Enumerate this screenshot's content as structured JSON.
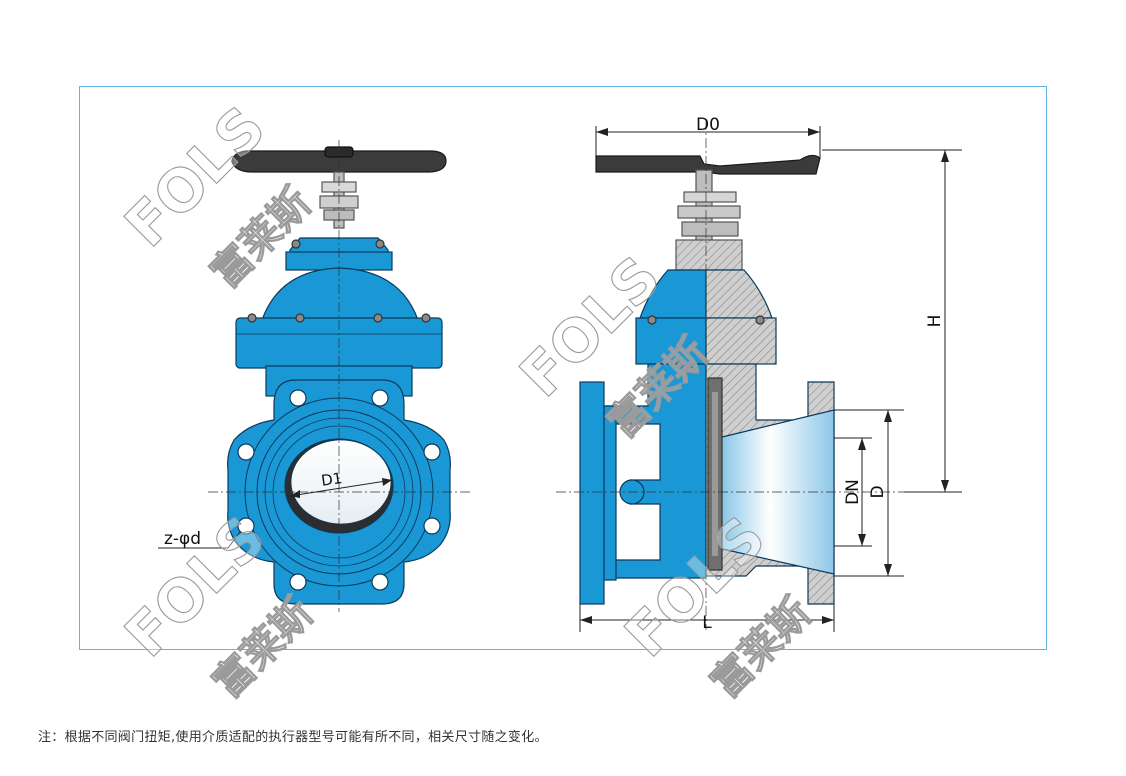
{
  "labels": {
    "d1": "D1",
    "bolt_holes": "z-φd",
    "d0": "D0",
    "height": "H",
    "dn": "DN",
    "d": "D",
    "length": "L"
  },
  "watermark": {
    "latin": "FOLS",
    "cjk": "富莱斯"
  },
  "note": "注：根据不同阀门扭矩,使用介质适配的执行器型号可能有所不同，相关尺寸随之变化。",
  "colors": {
    "body_blue": "#1a98d6",
    "frame_blue": "#5fb7e0",
    "handwheel": "#3b3b3b",
    "section_grey": "#c8c8c8"
  }
}
